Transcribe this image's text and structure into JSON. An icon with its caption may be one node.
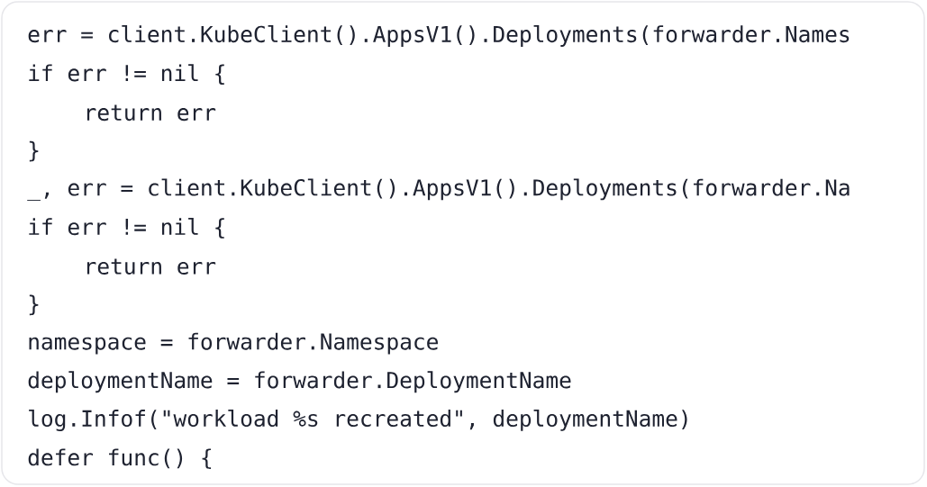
{
  "diagram": {
    "labels": [
      "err = client.KubeClient().AppsV1().Deployments(forwarder.Names",
      "if err != nil {",
      "return err",
      "}",
      "_, err = client.KubeClient().AppsV1().Deployments(forwarder.Na",
      "if err != nil {",
      "return err",
      "}",
      "namespace = forwarder.Namespace",
      "deploymentName = forwarder.DeploymentName",
      "log.Infof(\"workload %s recreated\", deploymentName)",
      "defer func() {"
    ]
  }
}
